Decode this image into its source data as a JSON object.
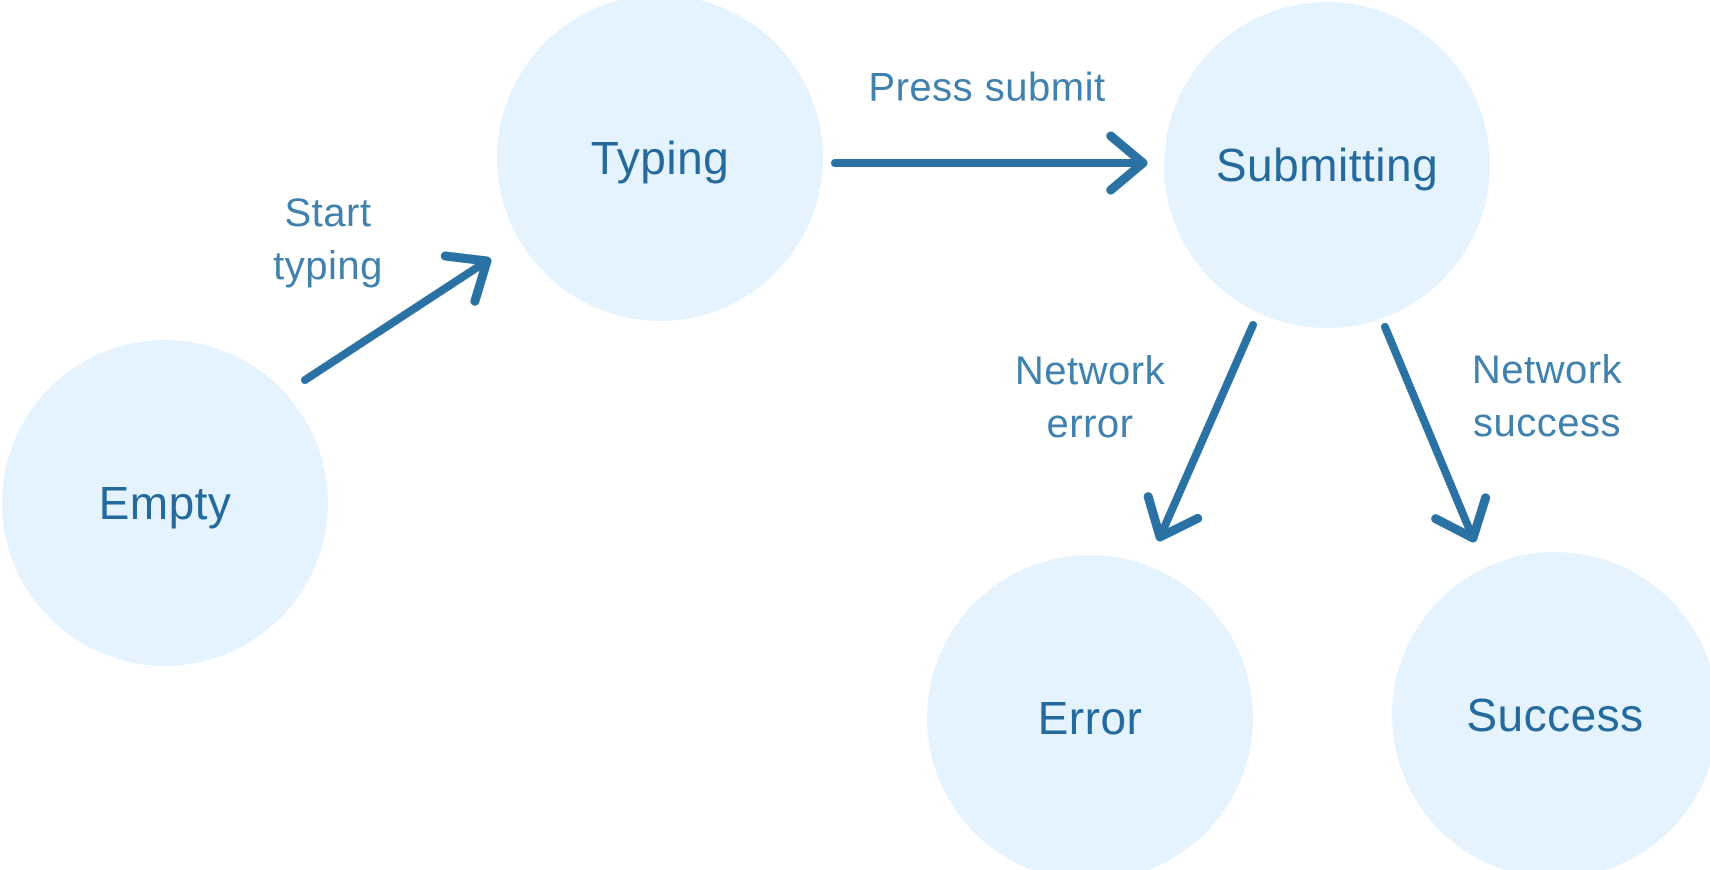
{
  "diagram_type": "state-machine",
  "states": [
    {
      "id": "empty",
      "label": "Empty"
    },
    {
      "id": "typing",
      "label": "Typing"
    },
    {
      "id": "submitting",
      "label": "Submitting"
    },
    {
      "id": "error",
      "label": "Error"
    },
    {
      "id": "success",
      "label": "Success"
    }
  ],
  "transitions": [
    {
      "id": "start-typing",
      "from": "Empty",
      "to": "Typing",
      "label": "Start\ntyping"
    },
    {
      "id": "press-submit",
      "from": "Typing",
      "to": "Submitting",
      "label": "Press submit"
    },
    {
      "id": "network-error",
      "from": "Submitting",
      "to": "Error",
      "label": "Network\nerror"
    },
    {
      "id": "network-success",
      "from": "Submitting",
      "to": "Success",
      "label": "Network\nsuccess"
    }
  ],
  "colors": {
    "background": "#ffffff",
    "node_fill": "#e4f3fd",
    "node_text": "#246a9d",
    "edge_label_text": "#4081ad",
    "arrow": "#2a72a4"
  }
}
